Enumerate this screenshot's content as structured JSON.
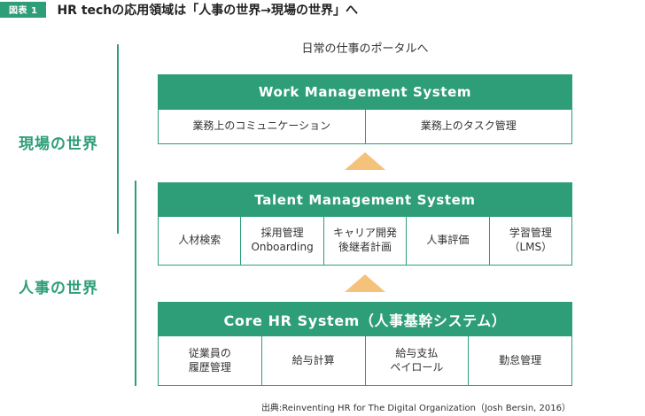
{
  "header": {
    "badge": "図表 1",
    "title": "HR techの応用領域は「人事の世界→現場の世界」へ"
  },
  "sections": {
    "field": "現場の世界",
    "hr": "人事の世界"
  },
  "top_caption": "日常の仕事のポータルへ",
  "systems": [
    {
      "title": "Work Management System",
      "cells": [
        "業務上のコミュニケーション",
        "業務上のタスク管理"
      ]
    },
    {
      "title": "Talent Management System",
      "cells": [
        "人材検索",
        "採用管理\nOnboarding",
        "キャリア開発\n後継者計画",
        "人事評価",
        "学習管理\n（LMS）"
      ]
    },
    {
      "title": "Core HR System（人事基幹システム）",
      "cells": [
        "従業員の\n履歴管理",
        "給与計算",
        "給与支払\nペイロール",
        "勤怠管理"
      ]
    }
  ],
  "colors": {
    "accent": "#2e9e78",
    "arrow": "#f4c27a"
  },
  "source": "出典:Reinventing HR for The Digital Organization（Josh Bersin, 2016）"
}
